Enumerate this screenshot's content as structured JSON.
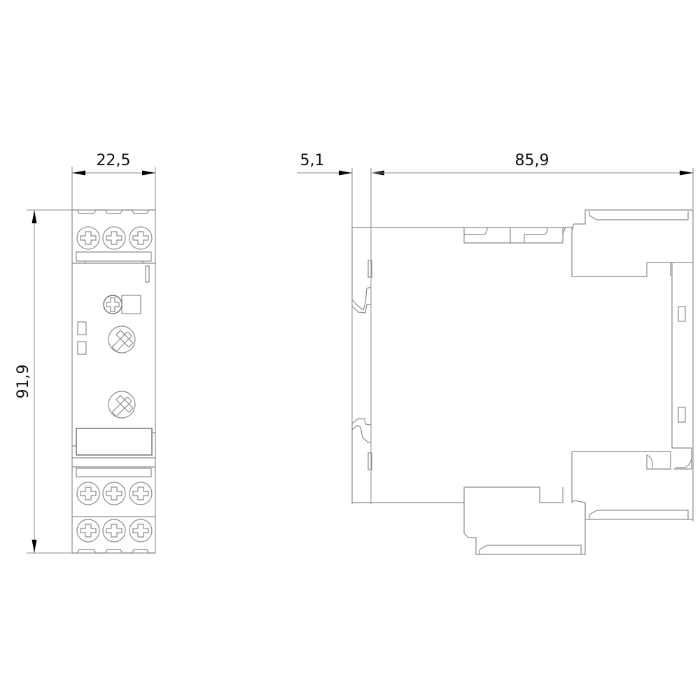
{
  "drawing": {
    "type": "dimensional technical drawing",
    "views": [
      {
        "name": "front-view",
        "description": "front view of DIN-rail relay module with screw terminals"
      },
      {
        "name": "side-view",
        "description": "side view of relay module with DIN rail clip"
      }
    ],
    "line_color": "#8a8a8a",
    "background": "#ffffff"
  },
  "dimensions": {
    "width": "22,5",
    "height": "91,9",
    "rail_offset": "5,1",
    "depth": "85,9"
  }
}
